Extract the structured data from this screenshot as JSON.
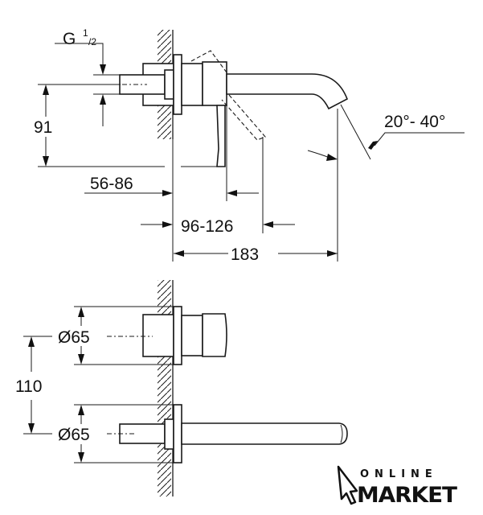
{
  "top_view": {
    "thread_label": "G",
    "thread_fraction_num": "1",
    "thread_fraction_den": "/2",
    "height_dim": "91",
    "depth_dim_1": "56-86",
    "depth_dim_2": "96-126",
    "spout_length": "183",
    "angle_range": "20°- 40°"
  },
  "front_view": {
    "upper_diameter": "Ø65",
    "lower_diameter": "Ø65",
    "center_distance": "110"
  },
  "logo": {
    "line1": "ONLINE",
    "line2": "MARKET"
  }
}
